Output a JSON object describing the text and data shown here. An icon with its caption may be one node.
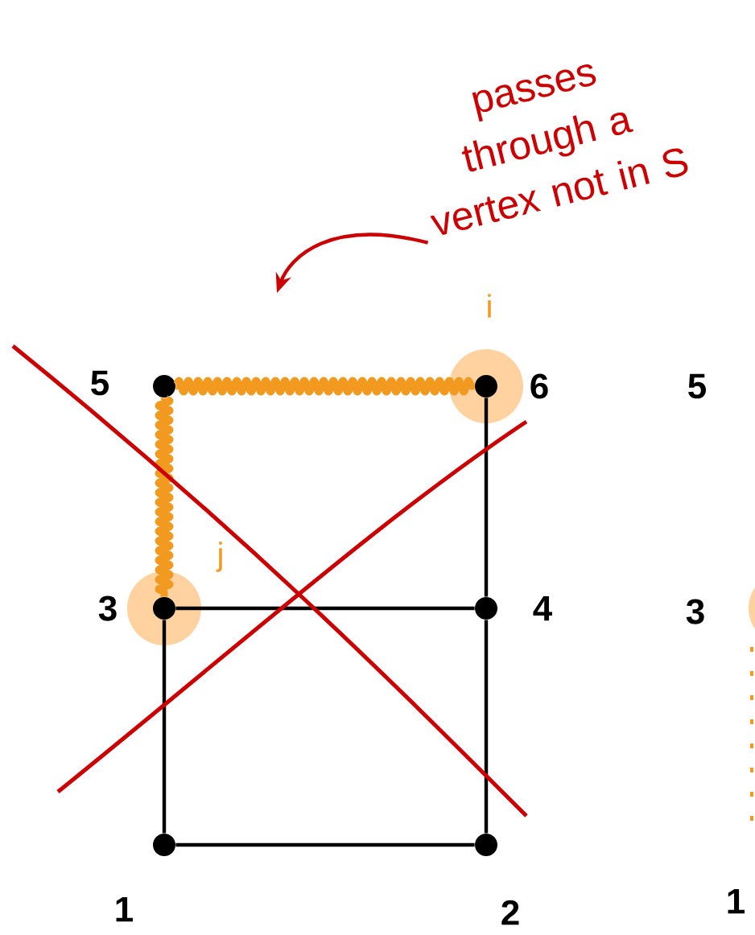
{
  "diagram": {
    "nodes": [
      {
        "text": [
          "passes through a vertex not in S"
        ]
      },
      {
        "text": [],
        "shape": "circle",
        "beside": [
          "5"
        ]
      },
      {
        "text": [],
        "shape": "circle",
        "beside": [
          "6",
          "i"
        ]
      },
      {
        "text": [],
        "shape": "circle",
        "beside": [
          "3",
          "j"
        ]
      },
      {
        "text": [],
        "shape": "circle",
        "beside": [
          "4"
        ]
      },
      {
        "text": [],
        "shape": "circle",
        "beside": [
          "1"
        ]
      },
      {
        "text": [],
        "shape": "circle",
        "beside": [
          "2"
        ]
      }
    ],
    "edges": [
      {
        "from": 0,
        "to": null,
        "arrow": "to",
        "color": "#cc0000"
      },
      {
        "from": 1,
        "to": 2,
        "arrow": "none",
        "style": "thick",
        "color": "#f29a1f"
      },
      {
        "from": 1,
        "to": 3,
        "arrow": "none",
        "style": "thick",
        "color": "#f29a1f"
      },
      {
        "from": 2,
        "to": 4,
        "arrow": "none"
      },
      {
        "from": 3,
        "to": 4,
        "arrow": "none"
      },
      {
        "from": 3,
        "to": 5,
        "arrow": "none"
      },
      {
        "from": 4,
        "to": 6,
        "arrow": "none"
      },
      {
        "from": 5,
        "to": 6,
        "arrow": "none"
      }
    ],
    "labels": [
      "5",
      "3",
      "1"
    ]
  }
}
